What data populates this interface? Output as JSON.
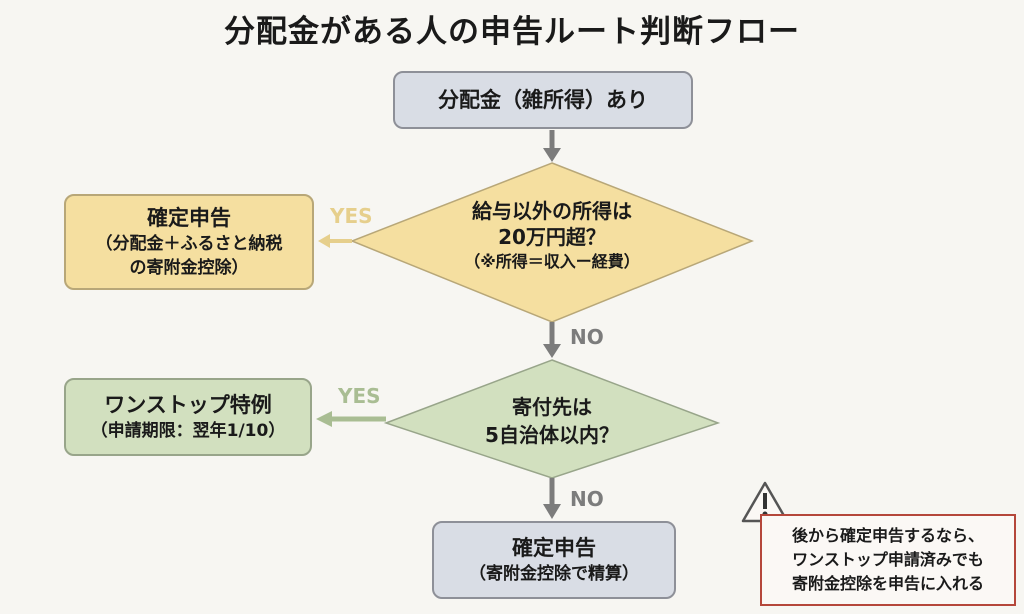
{
  "title": "分配金がある人の申告ルート判断フロー",
  "nodes": {
    "start": {
      "text": "分配金（雑所得）あり"
    },
    "q1": {
      "line1": "給与以外の所得は",
      "line2": "20万円超？",
      "note": "（※所得＝収入ー経費）"
    },
    "r1": {
      "main": "確定申告",
      "sub1": "（分配金＋ふるさと納税",
      "sub2": "の寄附金控除）"
    },
    "q2": {
      "line1": "寄付先は",
      "line2": "5自治体以内？"
    },
    "r2": {
      "main": "ワンストップ特例",
      "sub": "（申請期限：翌年1/10）"
    },
    "r3": {
      "main": "確定申告",
      "sub": "（寄附金控除で精算）"
    }
  },
  "edges": {
    "q1_yes": "YES",
    "q1_no": "NO",
    "q2_yes": "YES",
    "q2_no": "NO"
  },
  "warning": {
    "icon": "warning-triangle-icon",
    "lines": [
      "後から確定申告するなら、",
      "ワンストップ申請済みでも",
      "寄附金控除を申告に入れる"
    ]
  },
  "colors": {
    "gray": "#d9dde5",
    "yellow": "#f5dfa0",
    "green": "#d2e0bf",
    "yes_yellow": "#e6cf8c",
    "yes_green": "#a9bd93",
    "arrow": "#7c7c7c",
    "warn_border": "#b5473b"
  }
}
